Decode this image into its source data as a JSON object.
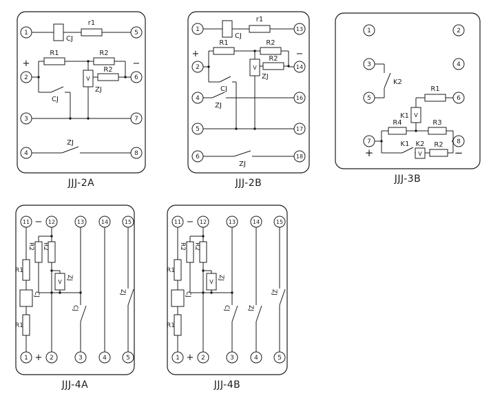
{
  "colors": {
    "background": "#ffffff",
    "line": "#1a1a1a"
  },
  "panels": {
    "p2a": {
      "caption": "JJJ-2A",
      "terminals": {
        "t1": "1",
        "t2": "2",
        "t3": "3",
        "t4": "4",
        "t5": "5",
        "t6": "6",
        "t7": "7",
        "t8": "8"
      },
      "labels": {
        "plus": "+",
        "minus": "−",
        "cj_coil": "CJ",
        "r1_series": "r1",
        "r1": "R1",
        "r2_upper": "R2",
        "r2_lower": "R2",
        "zj_coil": "ZJ",
        "zj_element": "V",
        "cj_contact": "CJ",
        "zj_contact": "ZJ"
      }
    },
    "p2b": {
      "caption": "JJJ-2B",
      "terminals": {
        "t1": "1",
        "t2": "2",
        "t4": "4",
        "t5": "5",
        "t6": "6",
        "t13": "13",
        "t14": "14",
        "t16": "16",
        "t17": "17",
        "t18": "18"
      },
      "labels": {
        "plus": "+",
        "minus": "−",
        "cj_coil": "CJ",
        "r1_series": "r1",
        "r1": "R1",
        "r2_upper": "R2",
        "r2_lower": "R2",
        "zj_coil": "ZJ",
        "zj_element": "V",
        "cj_contact": "CJ",
        "zj_contact_mid": "ZJ",
        "zj_contact_bottom": "ZJ"
      }
    },
    "p3b": {
      "caption": "JJJ-3B",
      "terminals": {
        "t1": "1",
        "t2": "2",
        "t3": "3",
        "t4": "4",
        "t5": "5",
        "t6": "6",
        "t7": "7",
        "t8": "8"
      },
      "labels": {
        "plus": "+",
        "minus": "−",
        "k2_contact": "K2",
        "r1": "R1",
        "k1_coil": "K1",
        "k1_element": "V",
        "r4": "R4",
        "r3": "R3",
        "k1_contact": "K1",
        "k2_coil": "K2",
        "k2_element": "V",
        "r2": "R2"
      }
    },
    "p4a": {
      "caption": "JJJ-4A",
      "terminals": {
        "t11": "11",
        "t12": "12",
        "t13": "13",
        "t14": "14",
        "t15": "15",
        "t1": "1",
        "t2": "2",
        "t3": "3",
        "t4": "4",
        "t5": "5"
      },
      "labels": {
        "minus": "−",
        "plus": "+",
        "r1_upper": "R1",
        "cj_coil": "CJ",
        "r1_lower": "R1",
        "r2_left": "R2",
        "r2_right": "R2",
        "zj_coil": "ZJ",
        "zj_element": "V",
        "cj_contact": "CJ",
        "zj_contact_right": "ZJ"
      }
    },
    "p4b": {
      "caption": "JJJ-4B",
      "terminals": {
        "t11": "11",
        "t12": "12",
        "t13": "13",
        "t14": "14",
        "t15": "15",
        "t1": "1",
        "t2": "2",
        "t3": "3",
        "t4": "4",
        "t5": "5"
      },
      "labels": {
        "minus": "−",
        "plus": "+",
        "r1_upper": "R1",
        "cj_coil": "CJ",
        "r1_lower": "R1",
        "r2_left": "R2",
        "r2_right": "R2",
        "zj_coil": "ZJ",
        "zj_element": "V",
        "cj_contact": "CJ",
        "zj_contact_mid": "ZJ",
        "zj_contact_right": "ZJ"
      }
    }
  }
}
